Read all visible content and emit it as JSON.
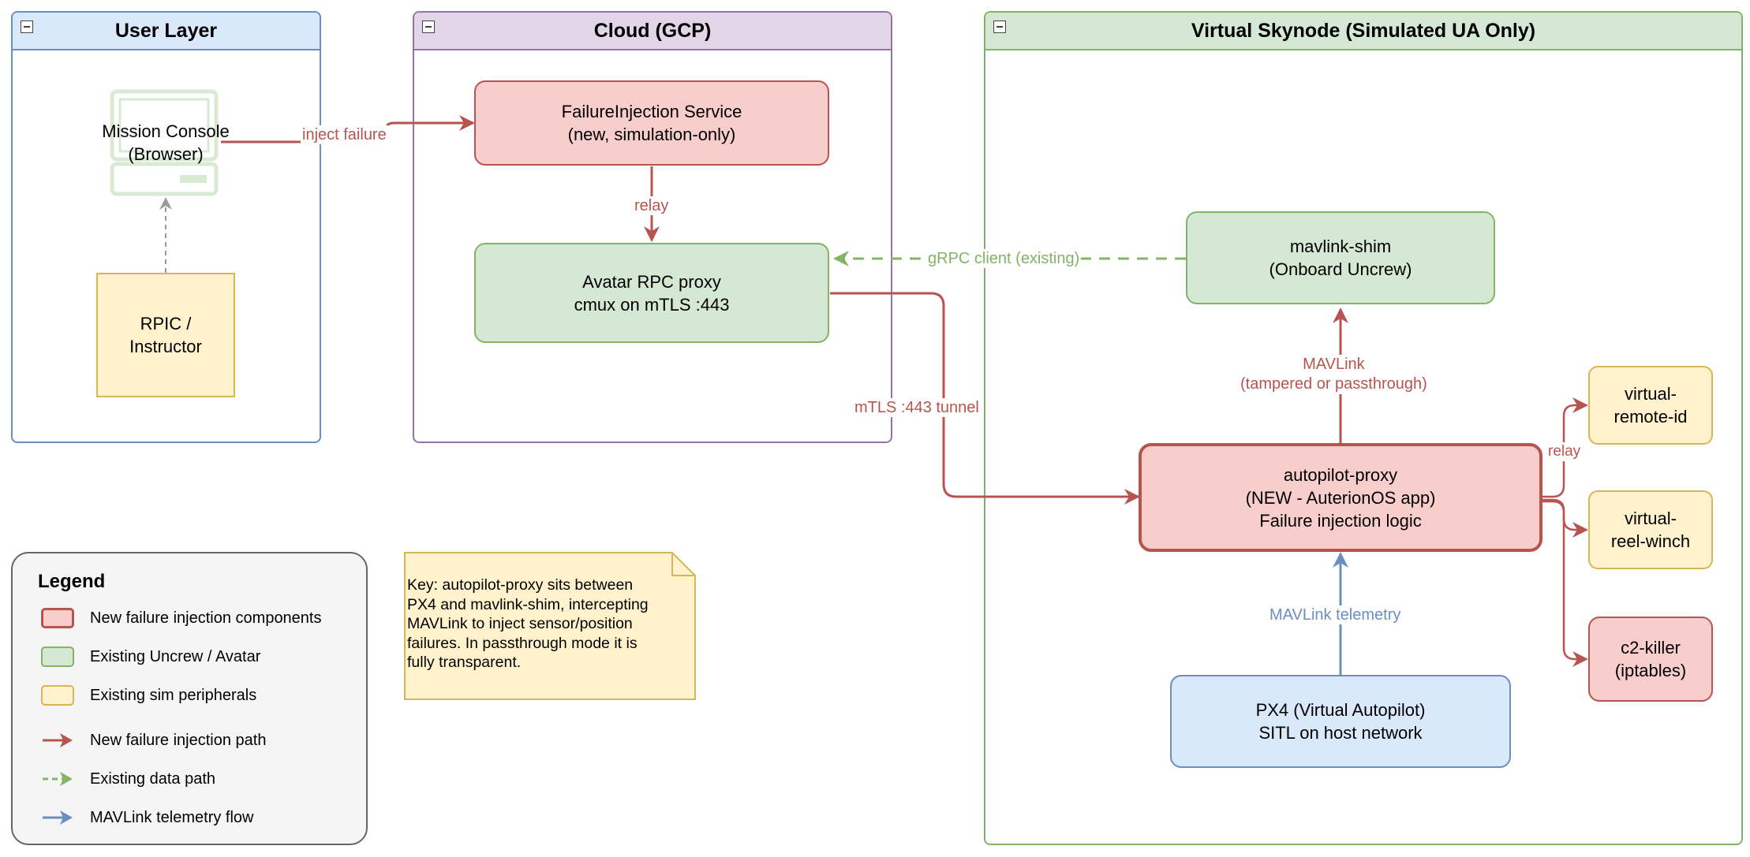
{
  "lanes": {
    "user": {
      "title": "User Layer"
    },
    "cloud": {
      "title": "Cloud (GCP)"
    },
    "skynode": {
      "title": "Virtual Skynode (Simulated UA Only)"
    }
  },
  "nodes": {
    "mission_console": {
      "line1": "Mission Console",
      "line2": "(Browser)",
      "icon": "monitor-icon"
    },
    "rpic": {
      "line1": "RPIC /",
      "line2": "Instructor"
    },
    "failure_injection": {
      "line1": "FailureInjection Service",
      "line2": "(new, simulation-only)"
    },
    "avatar_proxy": {
      "line1": "Avatar RPC proxy",
      "line2": "cmux on mTLS :443"
    },
    "mavlink_shim": {
      "line1": "mavlink-shim",
      "line2": "(Onboard Uncrew)"
    },
    "autopilot_proxy": {
      "line1": "autopilot-proxy",
      "line2": "(NEW - AuterionOS app)",
      "line3": "Failure injection logic"
    },
    "px4": {
      "line1": "PX4 (Virtual Autopilot)",
      "line2": "SITL on host network"
    },
    "remote_id": {
      "line1": "virtual-",
      "line2": "remote-id"
    },
    "reel_winch": {
      "line1": "virtual-",
      "line2": "reel-winch"
    },
    "c2_killer": {
      "line1": "c2-killer",
      "line2": "(iptables)"
    }
  },
  "edges": {
    "inject_failure": "inject failure",
    "relay_cloud": "relay",
    "grpc_client": "gRPC client (existing)",
    "mtls_tunnel": "mTLS :443 tunnel",
    "mavlink_line1": "MAVLink",
    "mavlink_line2": "(tampered or passthrough)",
    "relay_peripherals": "relay",
    "mavlink_telemetry": "MAVLink telemetry"
  },
  "note": {
    "lines": [
      "Key: autopilot-proxy sits between",
      "PX4 and mavlink-shim, intercepting",
      "MAVLink to inject sensor/position",
      "failures. In passthrough mode it is",
      "fully transparent."
    ]
  },
  "legend": {
    "title": "Legend",
    "items": [
      {
        "label": "New failure injection components",
        "kind": "swatch",
        "fill": "#f8cecc",
        "stroke": "#b85450"
      },
      {
        "label": "Existing Uncrew / Avatar",
        "kind": "swatch",
        "fill": "#d5e8d4",
        "stroke": "#82b366"
      },
      {
        "label": "Existing sim peripherals",
        "kind": "swatch",
        "fill": "#fff2cc",
        "stroke": "#d6b656"
      },
      {
        "label": "New failure injection path",
        "kind": "arrow",
        "stroke": "#b85450",
        "dashed": false
      },
      {
        "label": "Existing data path",
        "kind": "arrow",
        "stroke": "#82b366",
        "dashed": true
      },
      {
        "label": "MAVLink telemetry flow",
        "kind": "arrow",
        "stroke": "#6c8ebf",
        "dashed": false
      }
    ]
  },
  "colors": {
    "red_stroke": "#b85450",
    "green_stroke": "#82b366",
    "blue_stroke": "#6c8ebf",
    "yellow_stroke": "#d6b656",
    "gray_edge": "#999999"
  }
}
